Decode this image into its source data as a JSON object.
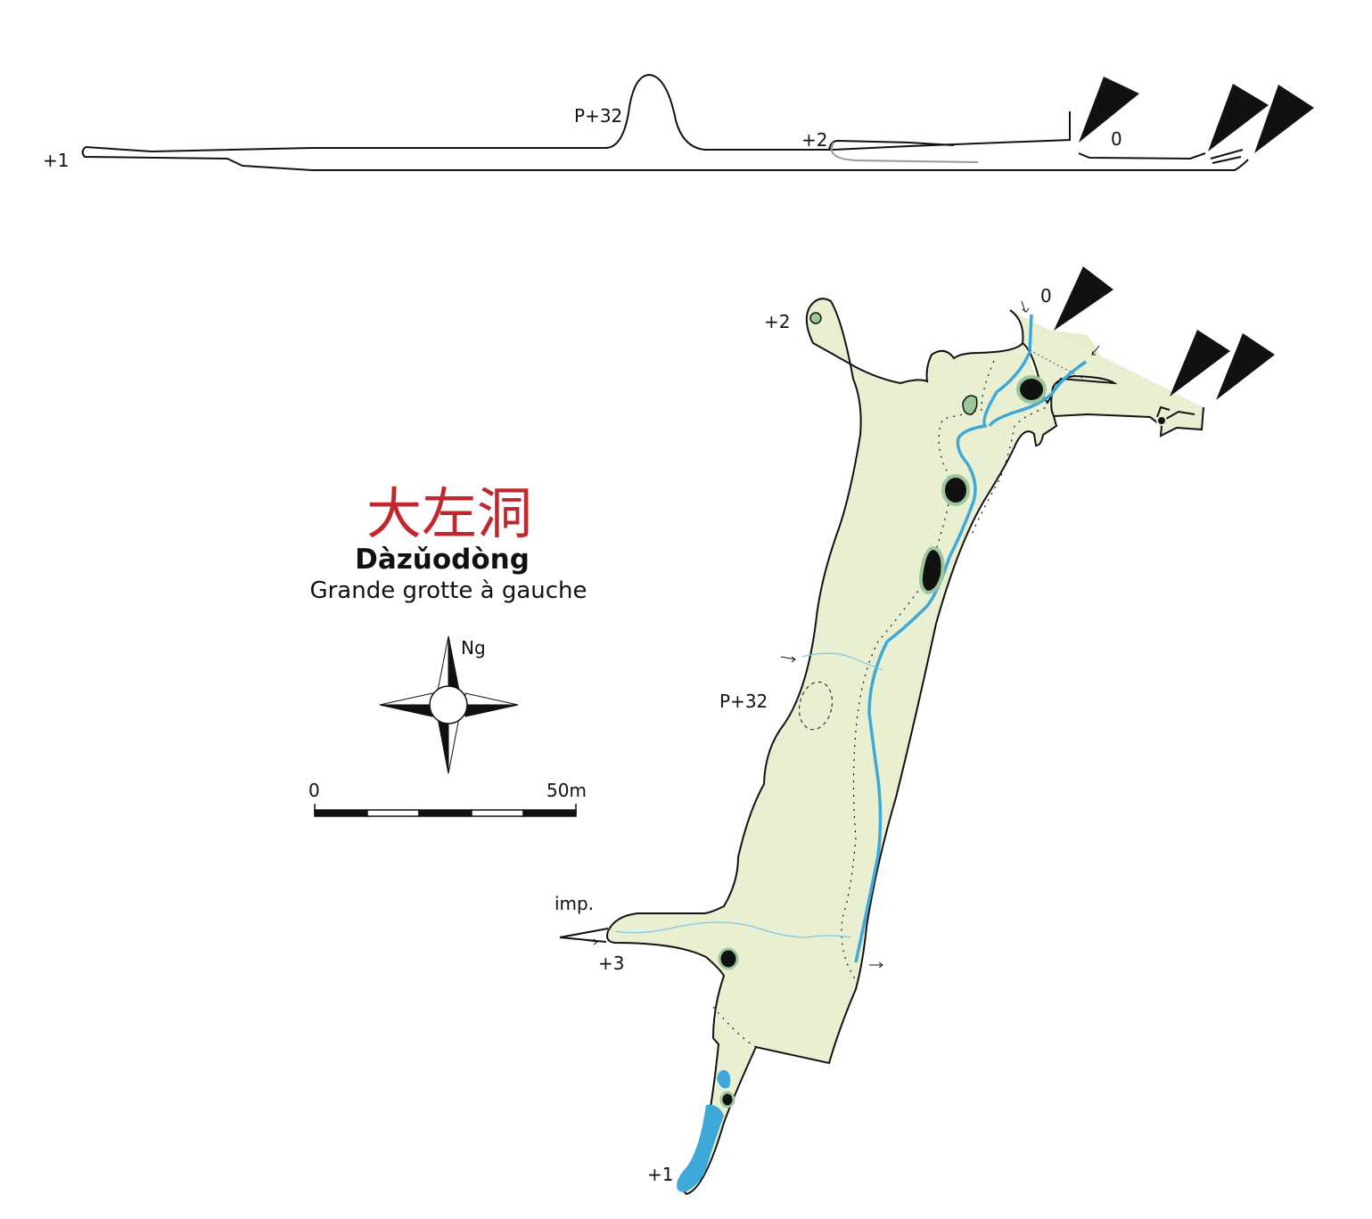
{
  "colors": {
    "cave_fill": "#e9f0d2",
    "water": "#3ea8d9",
    "pool_green": "#9cc79c",
    "title_red": "#c0282d",
    "outline": "#111111"
  },
  "title": {
    "chinese": "大左洞",
    "pinyin": "Dàzǔodòng",
    "french": "Grande grotte à gauche"
  },
  "profile_labels": {
    "left_end": "+1",
    "shaft": "P+32",
    "upper_branch": "+2",
    "entrance": "0"
  },
  "plan_labels": {
    "north_lobe": "+2",
    "entrance": "0",
    "shaft": "P+32",
    "impasse": "imp.",
    "side_branch": "+3",
    "south_end": "+1"
  },
  "north_arrow": {
    "label": "Ng",
    "icon": "compass-rose-icon"
  },
  "scale_bar": {
    "start": "0",
    "end": "50m",
    "segments": 5
  }
}
